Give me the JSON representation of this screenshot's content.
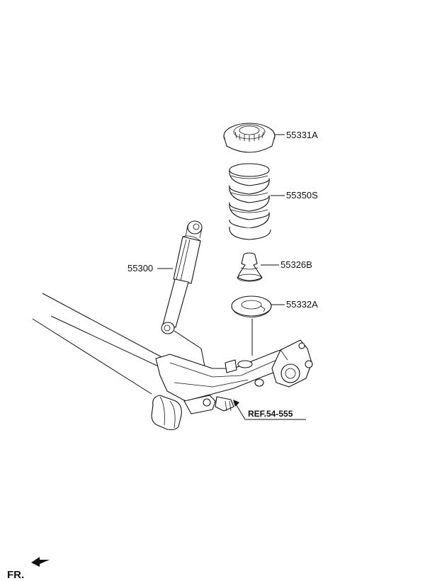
{
  "parts": [
    {
      "id": "upper-seat",
      "number": "55331A"
    },
    {
      "id": "coil-spring",
      "number": "55350S"
    },
    {
      "id": "bump-stopper",
      "number": "55326B"
    },
    {
      "id": "lower-seat",
      "number": "55332A"
    },
    {
      "id": "shock-absorber",
      "number": "55300"
    }
  ],
  "reference": "REF.54-555",
  "direction_label": "FR.",
  "icons": {
    "direction": "front-arrow-icon"
  }
}
